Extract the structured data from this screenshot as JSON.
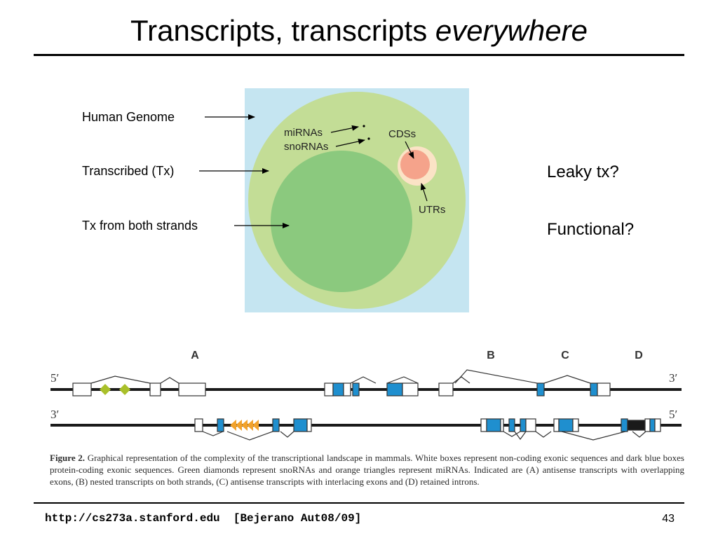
{
  "slide": {
    "title_main": "Transcripts, transcripts ",
    "title_italic": "everywhere",
    "page_number": "43",
    "footer_url": "http://cs273a.stanford.edu",
    "footer_course": "[Bejerano Aut08/09]"
  },
  "venn": {
    "labels": {
      "human_genome": "Human Genome",
      "transcribed": "Transcribed (Tx)",
      "both_strands": "Tx from both strands",
      "mirnas": "miRNAs",
      "snornas": "snoRNAs",
      "cdss": "CDSs",
      "utrs": "UTRs"
    },
    "colors": {
      "genome_bg": "#c5e5f1",
      "transcribed": "#c3dd96",
      "both_strands": "#8bc97e",
      "utr": "#fbe3c6",
      "cds": "#f5a38b"
    }
  },
  "questions": {
    "leaky": "Leaky tx?",
    "functional": "Functional?"
  },
  "figure": {
    "letters": [
      "A",
      "B",
      "C",
      "D"
    ],
    "strand_top_left": "5′",
    "strand_top_right": "3′",
    "strand_bottom_left": "3′",
    "strand_bottom_right": "5′",
    "colors": {
      "coding": "#1f8fcf",
      "snorna": "#a9c02a",
      "mirna": "#f2a22a"
    },
    "caption_label": "Figure 2.",
    "caption_text": " Graphical representation of the complexity of the transcriptional landscape in mammals. White boxes represent non-coding exonic sequences and dark blue boxes protein-coding exonic sequences. Green diamonds represent snoRNAs and orange triangles represent miRNAs. Indicated are (A) antisense transcripts with overlapping exons, (B) nested transcripts on both strands, (C) antisense transcripts with interlacing exons and (D) retained introns."
  }
}
